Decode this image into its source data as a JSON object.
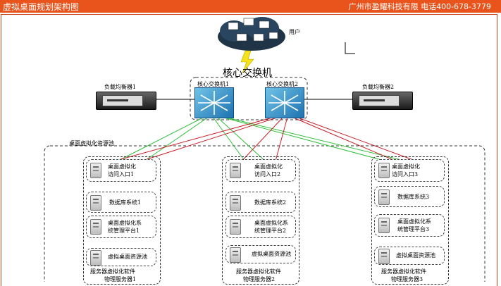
{
  "header": {
    "title": "虚拟桌面规划架构图",
    "company": "广州市盈耀科技有限  电话400-678-3779"
  },
  "user_label": "用户",
  "core": {
    "title": "核心交换机",
    "switch1": "核心交换机1",
    "switch2": "核心交换机2"
  },
  "lb": {
    "lb1": "负载均衡器1",
    "lb2": "负载均衡器2"
  },
  "pool_label": "桌面虚拟化资源池",
  "groups": [
    {
      "access": [
        "桌面虚拟化",
        "访问入口1"
      ],
      "db": "数据库系统1",
      "mgmt": [
        "桌面虚拟化系",
        "统管理平台1"
      ],
      "res": "虚拟桌面资源池",
      "software": "服务器虚拟化软件",
      "host": "物理服务器1"
    },
    {
      "access": [
        "桌面虚拟化",
        "访问入口2"
      ],
      "db": "数据库系统2",
      "mgmt": [
        "桌面虚拟化系",
        "统管理平台2"
      ],
      "res": "虚拟桌面资源池",
      "software": "服务器虚拟化软件",
      "host": "物理服务器2"
    },
    {
      "access": [
        "桌面虚拟化",
        "访问入口3"
      ],
      "db": "数据库系统3",
      "mgmt": [
        "桌面虚拟化系",
        "统管理平台3"
      ],
      "res": "虚拟桌面资源池",
      "software": "服务器虚拟化软件",
      "host": "物理服务器3"
    }
  ],
  "colors": {
    "header_bg": "#e9541d",
    "green_link": "#2fbf3a",
    "red_link": "#c8202a"
  }
}
